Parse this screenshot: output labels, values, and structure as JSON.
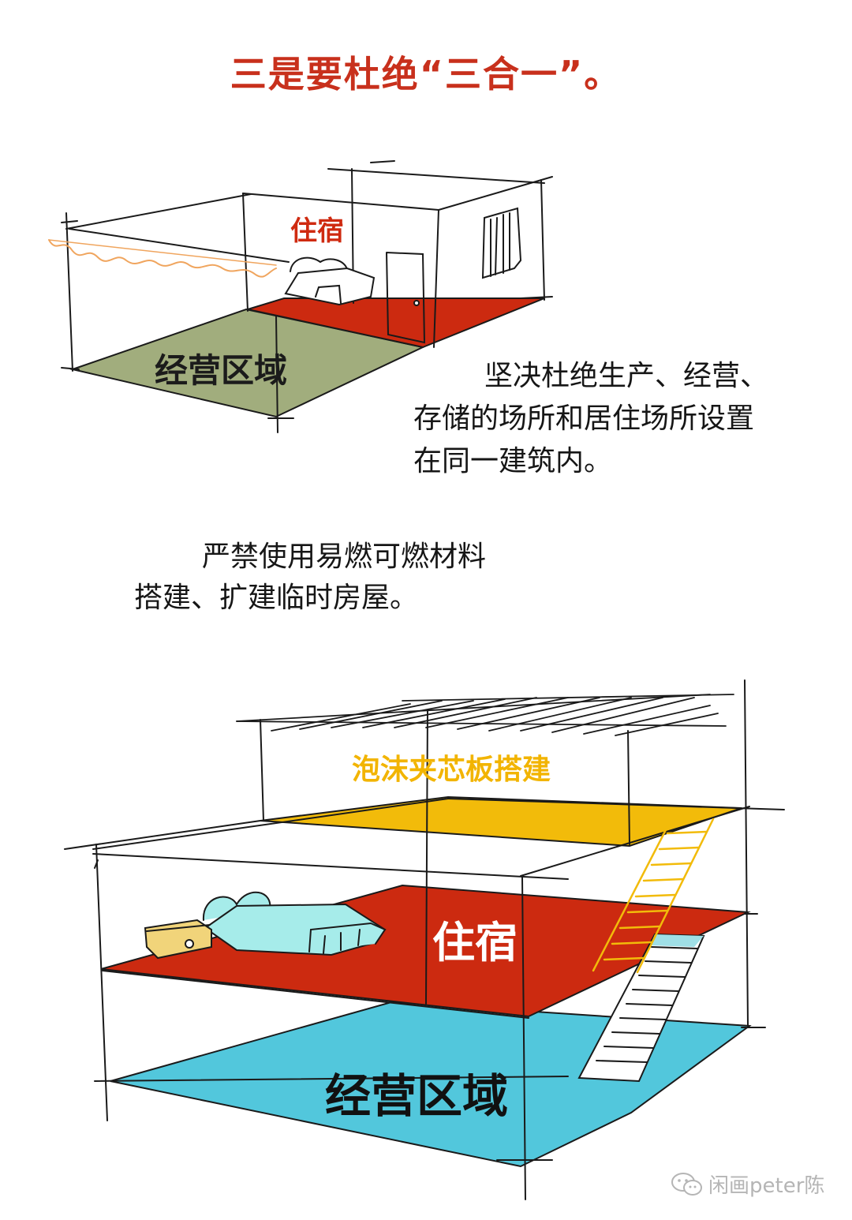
{
  "title": "三是要杜绝“三合一”。",
  "top_scene": {
    "lodging_label": "住宿",
    "business_label": "经营区域",
    "note_lines": [
      "坚决杜绝生产、经营、",
      "存储的场所和居住场所设置",
      "在同一建筑内。"
    ]
  },
  "middle_note_lines": [
    "严禁使用易燃可燃材料",
    "搭建、扩建临时房屋。"
  ],
  "bottom_scene": {
    "foam_label": "泡沫夹芯板搭建",
    "lodging_label": "住宿",
    "business_label": "经营区域"
  },
  "watermark": {
    "text": "闲画peter陈",
    "icon": "wechat-icon"
  },
  "colors": {
    "title": "#c8301c",
    "red_floor": "#cc2a10",
    "olive_floor": "#a1ad7d",
    "yellow_floor": "#f2bb0a",
    "cyan_floor": "#52c7dc",
    "bedding": "#a6ecea"
  }
}
